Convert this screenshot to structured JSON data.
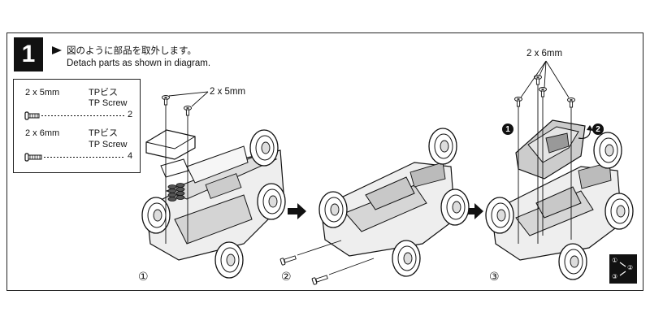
{
  "step": {
    "number": "1"
  },
  "instruction": {
    "jp": "図のように部品を取外します。",
    "en": "Detach parts as shown in diagram."
  },
  "screw_legend": [
    {
      "size": "2 x 5mm",
      "name_jp": "TPビス",
      "name_en": "TP Screw",
      "qty": "2"
    },
    {
      "size": "2 x 6mm",
      "name_jp": "TPビス",
      "name_en": "TP Screw",
      "qty": "4"
    }
  ],
  "labels": {
    "screw_5mm": "2 x 5mm",
    "screw_6mm": "2 x 6mm",
    "step1": "①",
    "step2": "②",
    "step3": "③",
    "callout1": "1",
    "callout2": "2"
  },
  "sequence_icon": {
    "a": "①",
    "b": "②",
    "c": "③"
  }
}
